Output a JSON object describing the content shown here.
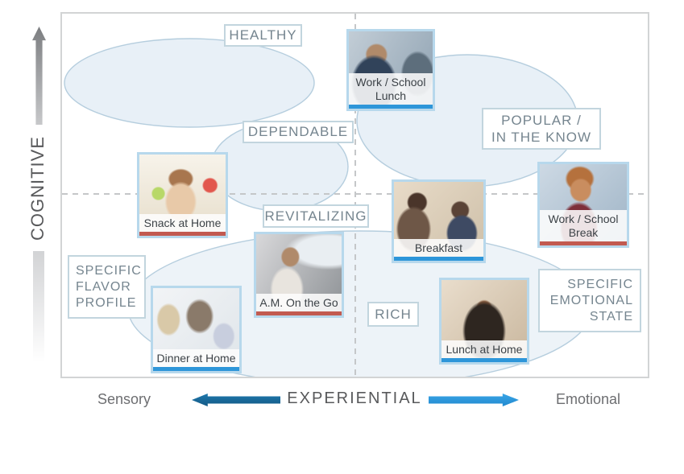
{
  "y_axis": {
    "label": "COGNITIVE"
  },
  "x_axis": {
    "label": "EXPERIENTIAL",
    "left_label": "Sensory",
    "right_label": "Emotional"
  },
  "zones": {
    "healthy": {
      "label": "HEALTHY"
    },
    "dependable": {
      "label": "DEPENDABLE"
    },
    "popular": {
      "line1": "POPULAR /",
      "line2": "IN THE KNOW"
    },
    "revitalizing": {
      "label": "REVITALIZING"
    },
    "rich": {
      "label": "RICH"
    },
    "specific_flavor": {
      "line1": "SPECIFIC",
      "line2": "FLAVOR",
      "line3": "PROFILE"
    },
    "specific_emotional": {
      "line1": "SPECIFIC",
      "line2": "EMOTIONAL",
      "line3": "STATE"
    }
  },
  "cards": {
    "work_school_lunch": {
      "line1": "Work / School",
      "line2": "Lunch",
      "accent": "#2e96d9"
    },
    "snack_at_home": {
      "line1": "Snack at Home",
      "accent": "#b95b54"
    },
    "work_school_break": {
      "line1": "Work / School",
      "line2": "Break",
      "accent": "#c45a50"
    },
    "breakfast": {
      "line1": "Breakfast",
      "accent": "#2e96d9"
    },
    "am_on_the_go": {
      "line1": "A.M. On the Go",
      "accent": "#c8624e"
    },
    "lunch_at_home": {
      "line1": "Lunch at Home",
      "accent": "#2e96d9"
    },
    "dinner_at_home": {
      "line1": "Dinner at Home",
      "accent": "#2e96d9"
    }
  },
  "colors": {
    "accent_blue": "#2e96d9",
    "accent_red": "#c25a50",
    "arrow_left_dark": "#17628f",
    "arrow_right_light": "#2f9ce0",
    "zone_border": "#c2d5de",
    "zone_text": "#75858f",
    "card_border": "#b7d8ec",
    "ellipse_fill": "#e7eef5",
    "ellipse_stroke": "#bad0de",
    "dashed_line": "#c5c7c9"
  }
}
